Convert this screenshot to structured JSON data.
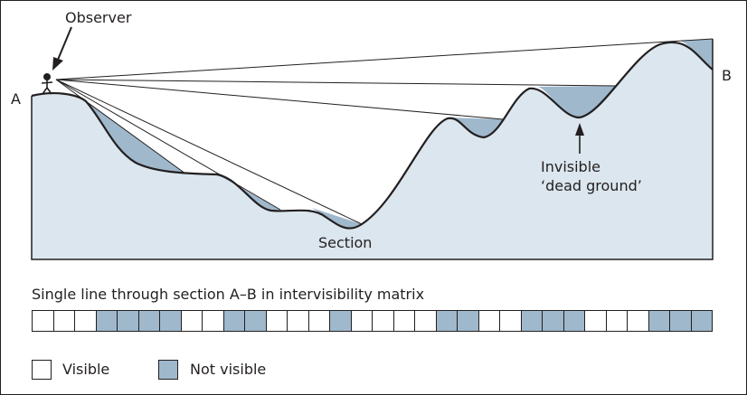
{
  "labels": {
    "observer": "Observer",
    "point_a": "A",
    "point_b": "B",
    "section": "Section",
    "invisible_line1": "Invisible",
    "invisible_line2": "‘dead ground’",
    "matrix_title": "Single line through section A–B in intervisibility matrix"
  },
  "legend": {
    "visible_label": "Visible",
    "not_visible_label": "Not visible"
  },
  "colors": {
    "visible": "#ffffff",
    "not_visible": "#9fb8cc",
    "terrain": "#dbe6ee",
    "outline": "#231f20"
  },
  "matrix": {
    "cells": [
      0,
      0,
      0,
      1,
      1,
      1,
      1,
      0,
      0,
      1,
      1,
      0,
      0,
      0,
      1,
      0,
      0,
      0,
      0,
      1,
      1,
      0,
      0,
      1,
      1,
      1,
      0,
      0,
      0,
      1,
      1,
      1
    ]
  }
}
